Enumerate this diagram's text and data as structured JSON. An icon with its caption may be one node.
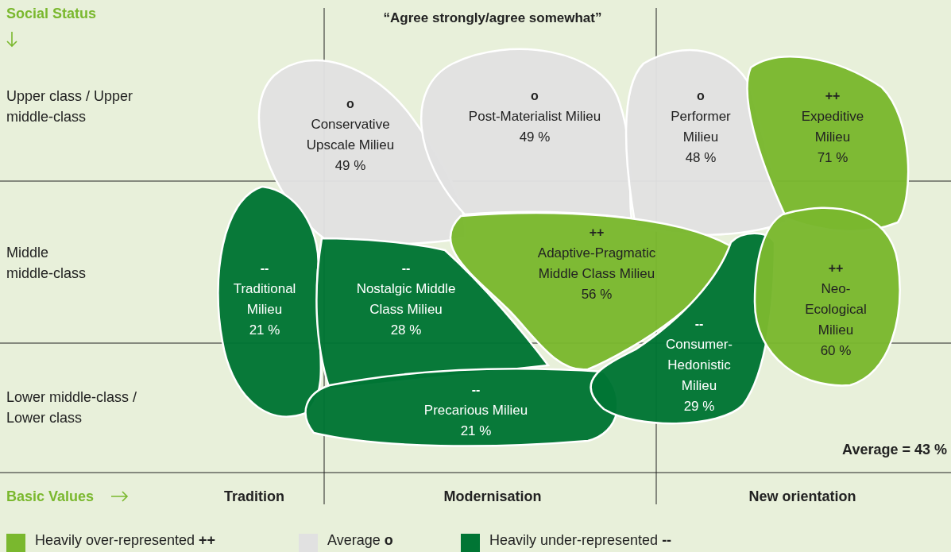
{
  "diagram": {
    "nodes": [
      {
        "text": [
          "o",
          "Conservative Upscale Milieu",
          "49 %"
        ]
      },
      {
        "text": [
          "o",
          "Post-Materialist Milieu",
          "49 %"
        ]
      },
      {
        "text": [
          "o",
          "Performer Milieu",
          "48 %"
        ]
      },
      {
        "text": [
          "++",
          "Expeditive Milieu",
          "71 %"
        ]
      },
      {
        "text": [
          "--",
          "Traditional Milieu",
          "21 %"
        ]
      },
      {
        "text": [
          "--",
          "Nostalgic Middle Class Milieu",
          "28 %"
        ]
      },
      {
        "text": [
          "++",
          "Adaptive-Pragmatic Middle Class Milieu",
          "56 %"
        ]
      },
      {
        "text": [
          "--",
          "Precarious Milieu",
          "21 %"
        ]
      },
      {
        "text": [
          "--",
          "Consumer-Hedonistic Milieu",
          "29 %"
        ]
      },
      {
        "text": [
          "++",
          "Neo-Ecological Milieu",
          "60 %"
        ]
      }
    ],
    "edges": [],
    "labels": [
      "Social Status",
      "“Agree strongly/agree somewhat”",
      "Upper class / Upper middle-class",
      "Middle middle-class",
      "Lower middle-class / Lower class",
      "Average = 43 %",
      "Basic Values",
      "Tradition",
      "Modernisation",
      "New orientation"
    ],
    "legend": [
      {
        "text": "Heavily over-represented **++**",
        "color": "#7ab82e"
      },
      {
        "text": "Average **o**",
        "color": "#e1e1e1"
      },
      {
        "text": "Heavily under-represented **--**",
        "color": "#007534"
      }
    ]
  }
}
